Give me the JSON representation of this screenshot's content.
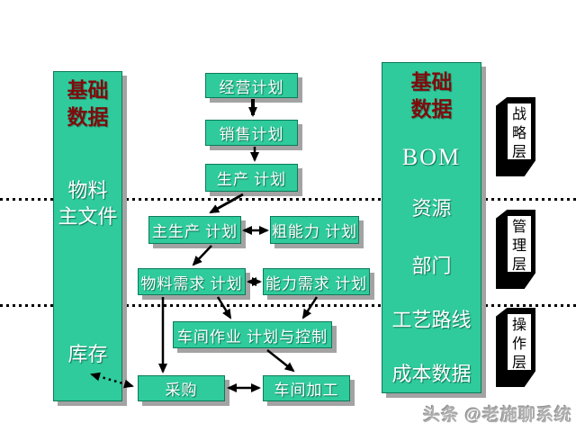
{
  "left_box": {
    "title": "基础\n数据",
    "item_material": "物料\n主文件",
    "item_inventory": "库存"
  },
  "right_box": {
    "title": "基础\n数据",
    "items": [
      "BOM",
      "资源",
      "部门",
      "工艺路线",
      "成本数据"
    ]
  },
  "flow": {
    "business_plan": "经营计划",
    "sales_plan": "销售计划",
    "production_plan": "生产 计划",
    "master_production_schedule": "主生产 计划",
    "rough_cut_capacity_plan": "粗能力 计划",
    "material_requirements_plan": "物料需求 计划",
    "capacity_requirements_plan": "能力需求 计划",
    "shop_floor_control": "车间作业 计划与控制",
    "purchasing": "采购",
    "shop_processing": "车间加工"
  },
  "layers": [
    "战略层",
    "管理层",
    "操作层"
  ],
  "watermark": "头条 @老施聊系统",
  "colors": {
    "box_green": "#2fcb9c",
    "title_red": "#7e0c0c",
    "shadow_gray": "#a3a3a3",
    "arrow_black": "#000000"
  }
}
